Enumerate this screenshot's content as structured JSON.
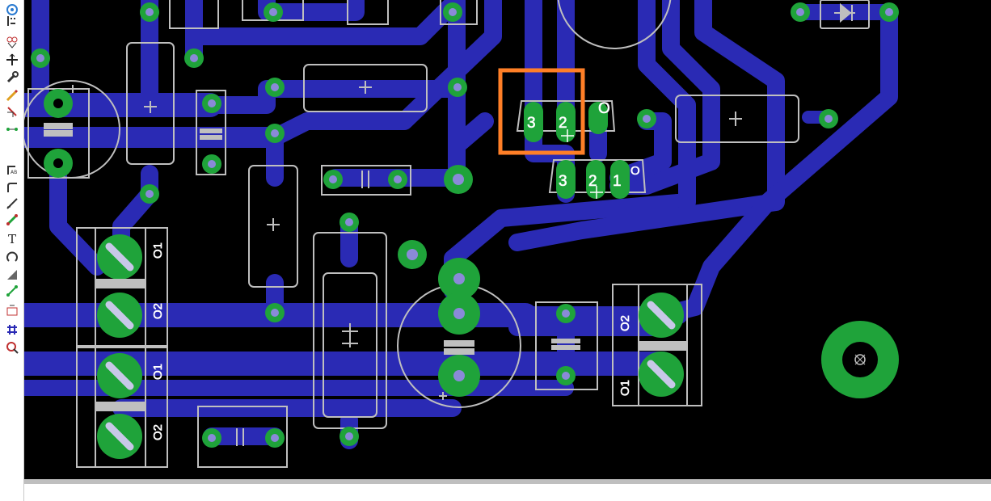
{
  "toolbar": {
    "tools": [
      {
        "name": "info-tool-icon",
        "glyph": "ⓘ"
      },
      {
        "name": "show-tool-icon",
        "glyph": "👁"
      },
      {
        "name": "mark-tool-icon",
        "glyph": "⁞"
      },
      {
        "name": "copy-tool-icon",
        "glyph": "⚯"
      },
      {
        "name": "move-tool-icon",
        "glyph": "✥"
      },
      {
        "name": "change-tool-icon",
        "glyph": "🔧"
      },
      {
        "name": "wire-tool-icon",
        "glyph": "⟋"
      },
      {
        "name": "ripup-tool-icon",
        "glyph": "⇢"
      },
      {
        "name": "split-tool-icon",
        "glyph": "↔"
      },
      {
        "name": "bend-tool-icon",
        "glyph": "⌐"
      },
      {
        "name": "route-tool-icon",
        "glyph": "╱"
      },
      {
        "name": "autoroute-tool-icon",
        "glyph": "↗"
      },
      {
        "name": "text-tool-icon",
        "glyph": "T"
      },
      {
        "name": "arc-tool-icon",
        "glyph": "↺"
      },
      {
        "name": "polygon-tool-icon",
        "glyph": "▨"
      },
      {
        "name": "via-tool-icon",
        "glyph": "∕"
      },
      {
        "name": "attribute-tool-icon",
        "glyph": "▣"
      },
      {
        "name": "ratsnest-tool-icon",
        "glyph": "#"
      },
      {
        "name": "drc-tool-icon",
        "glyph": "⊕"
      }
    ]
  },
  "colors": {
    "background": "#000000",
    "trace": "#2a2ab4",
    "pad": "#1fa33a",
    "silkscreen": "#bfbfbf",
    "drill": "#8a8ad8",
    "highlight": "#ff7f27",
    "label": "#ffffff"
  },
  "labels": {
    "selected_ic_pin3": "3",
    "selected_ic_pin2": "2",
    "selected_ic_pin1": "O",
    "regulator_pin3": "3",
    "regulator_pin2": "2",
    "regulator_pin1": "1",
    "regulator_mark": "O",
    "terminal_left_top_1": "O1",
    "terminal_left_top_2": "O2",
    "terminal_left_bottom_1": "O1",
    "terminal_left_bottom_2": "O2",
    "terminal_right_2": "O2",
    "terminal_right_1": "O1"
  }
}
